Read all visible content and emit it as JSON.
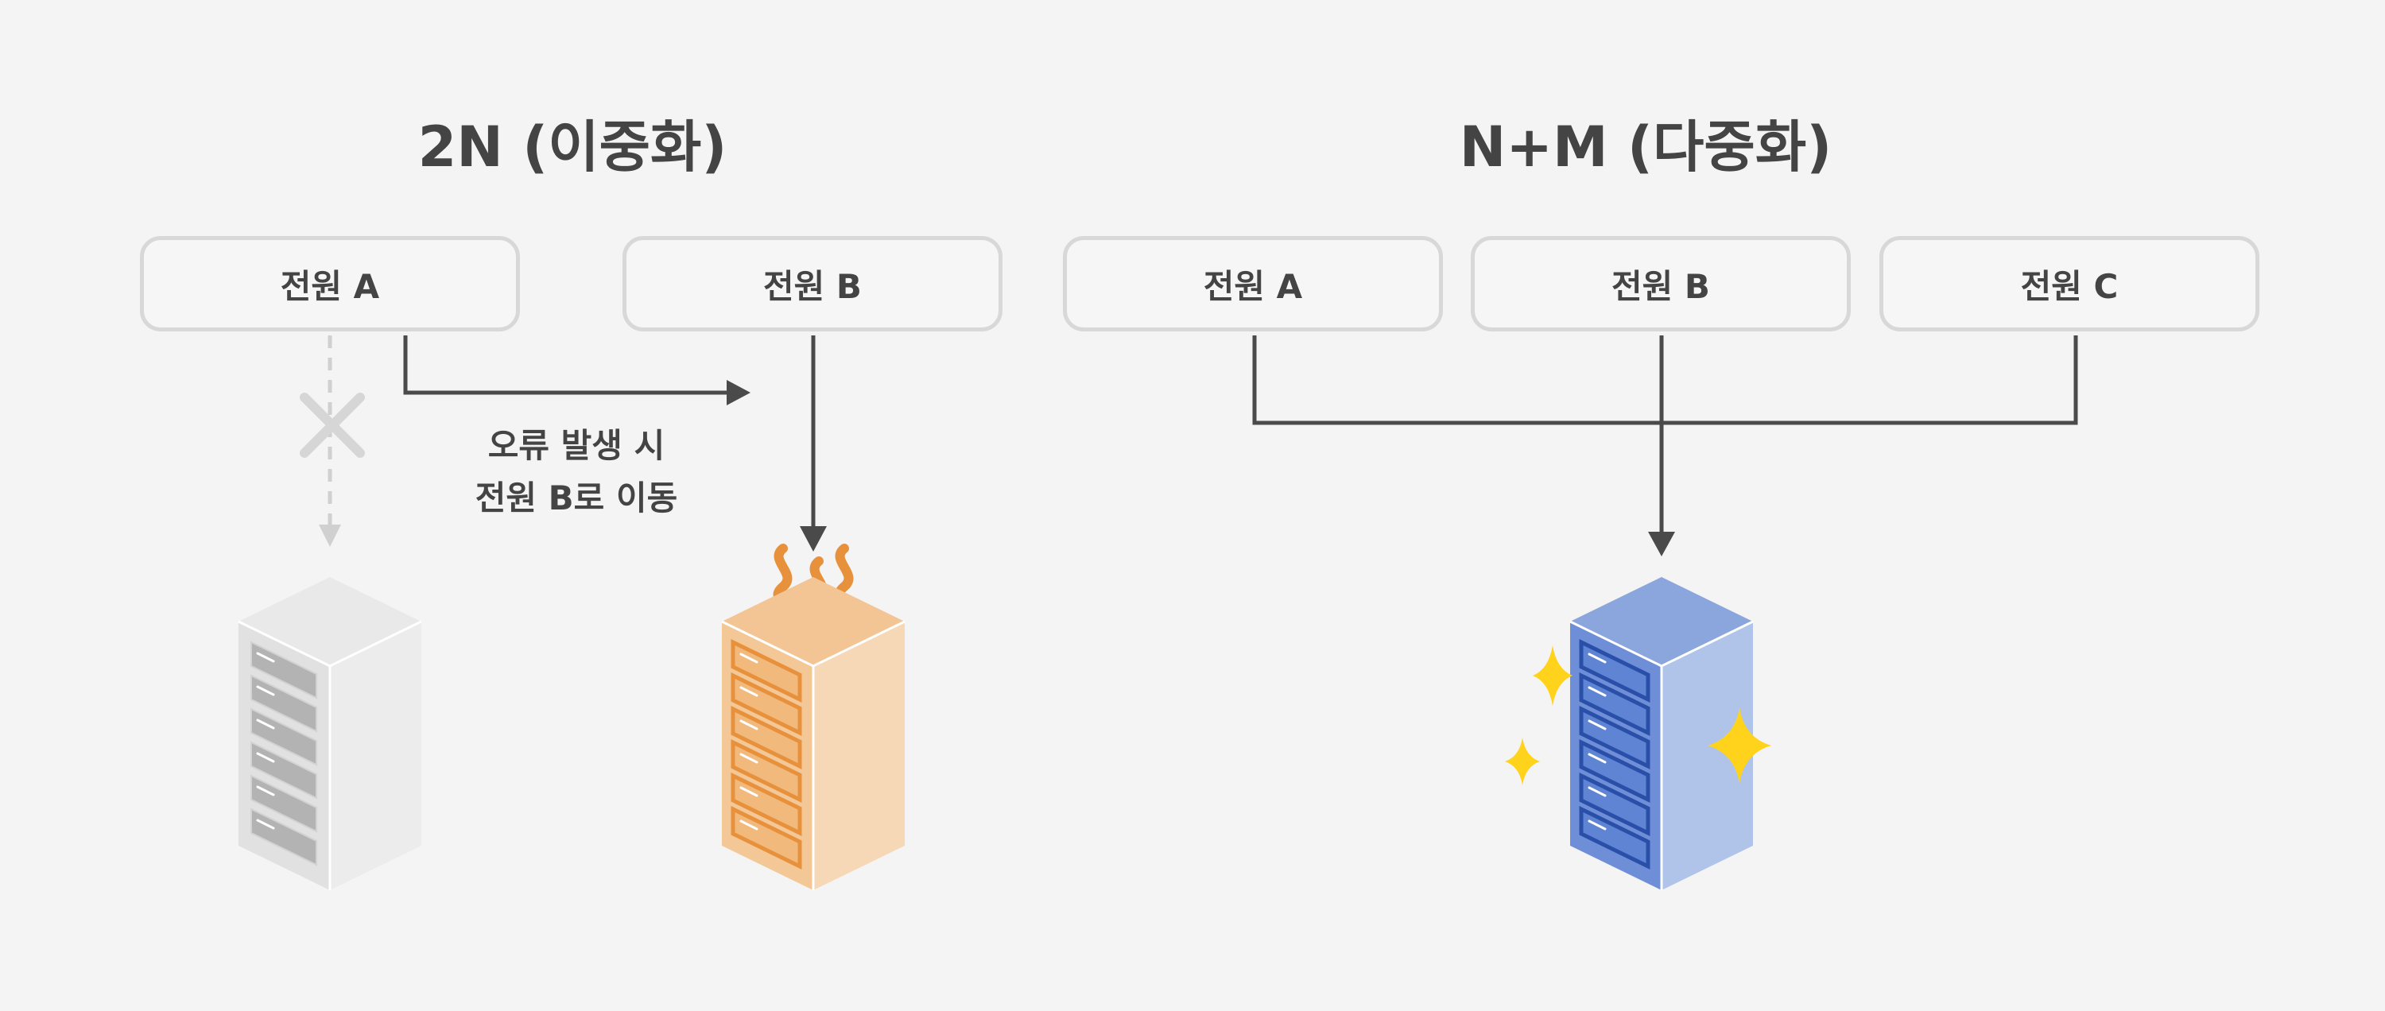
{
  "sections": {
    "dual": {
      "title": "2N (이중화)",
      "power_a": "전원 A",
      "power_b": "전원 B",
      "failover_note_line1": "오류 발생 시",
      "failover_note_line2": "전원 B로 이동"
    },
    "multi": {
      "title": "N+M (다중화)",
      "power_a": "전원 A",
      "power_b": "전원 B",
      "power_c": "전원 C"
    }
  },
  "colors": {
    "line": "#4a4a4a",
    "failed_line": "#d0d0d0",
    "server_off": "#e6e6e6",
    "server_hot": "#f3c594",
    "heat_waves": "#e8913c",
    "server_ok": "#8aa6dc",
    "sparkle": "#ffd21c"
  }
}
